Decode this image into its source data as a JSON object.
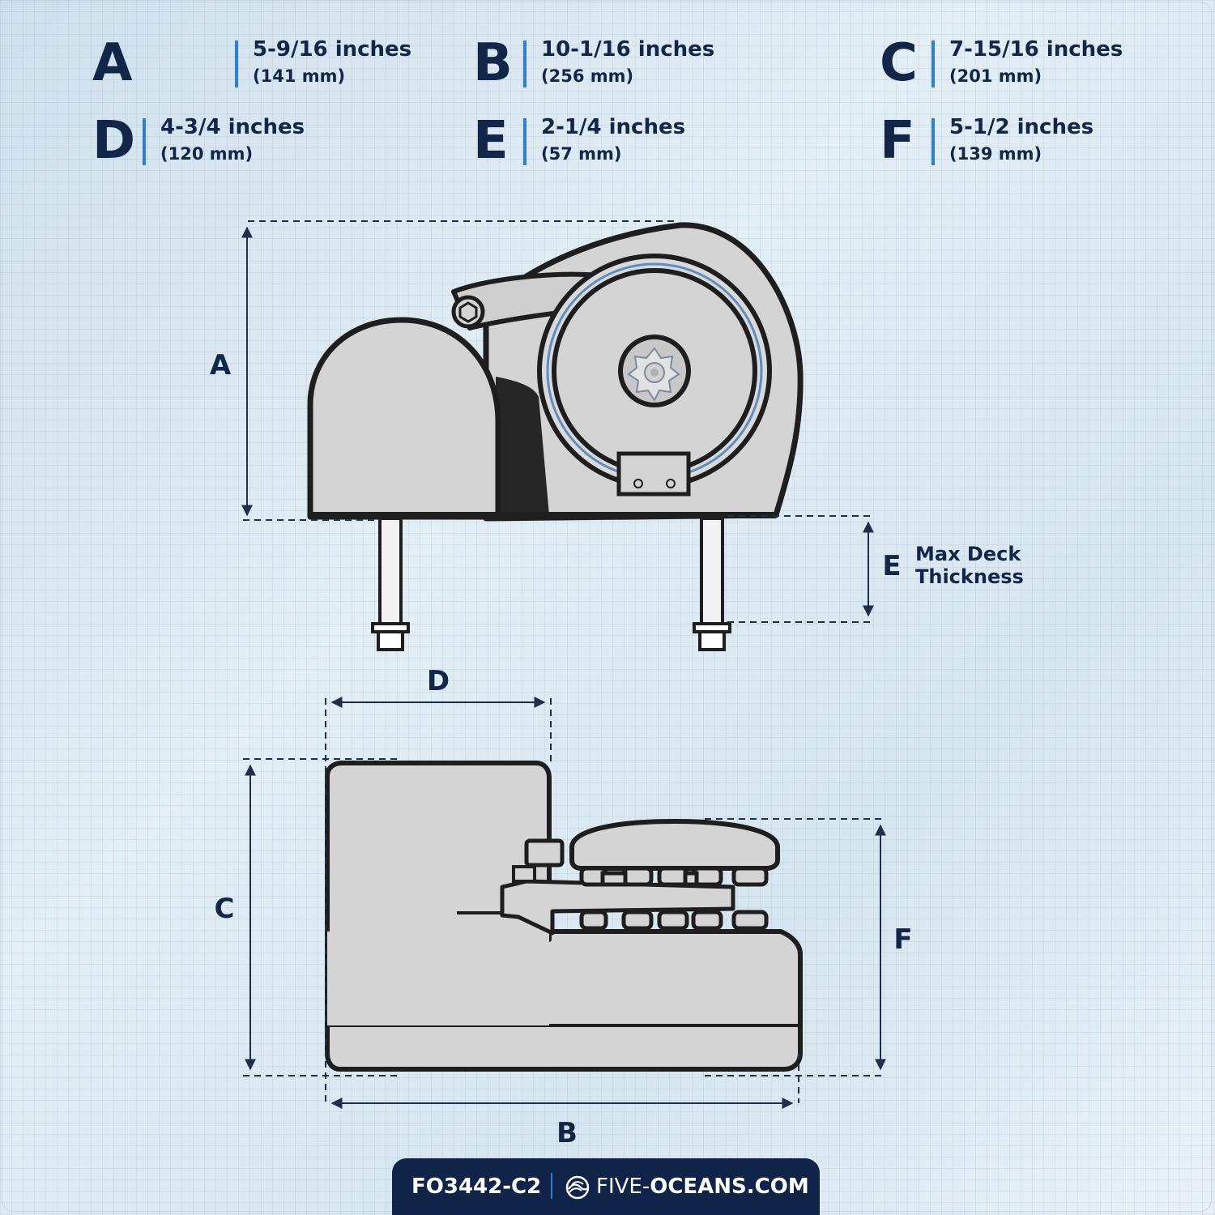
{
  "dimensions": [
    {
      "letter": "A",
      "inches": "5-9/16 inches",
      "mm": "(141 mm)"
    },
    {
      "letter": "B",
      "inches": "10-1/16 inches",
      "mm": "(256 mm)"
    },
    {
      "letter": "C",
      "inches": "7-15/16 inches",
      "mm": "(201 mm)"
    },
    {
      "letter": "D",
      "inches": "4-3/4 inches",
      "mm": "(120 mm)"
    },
    {
      "letter": "E",
      "inches": "2-1/4 inches",
      "mm": "(57 mm)"
    },
    {
      "letter": "F",
      "inches": "5-1/2 inches",
      "mm": "(139 mm)"
    }
  ],
  "diagram_labels": {
    "a": "A",
    "b": "B",
    "c": "C",
    "d": "D",
    "e": "E",
    "f": "F",
    "e_note_line1": "Max Deck",
    "e_note_line2": "Thickness"
  },
  "footer": {
    "model": "FO3442-C2",
    "site_prefix": "FIVE-",
    "site_main": "OCEANS.COM"
  },
  "colors": {
    "navy": "#12264a",
    "accent_blue": "#2f7fd1",
    "body_gray": "#d4d4d4",
    "outline": "#1e1e1e"
  }
}
